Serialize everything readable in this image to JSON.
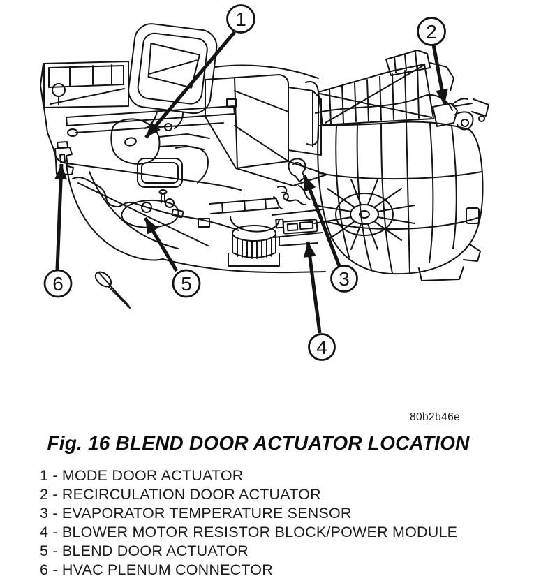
{
  "page": {
    "background": "#ffffff",
    "line_color": "#141414"
  },
  "figure": {
    "code": "80b2b46e",
    "caption": "Fig. 16 BLEND DOOR ACTUATOR LOCATION"
  },
  "callouts": {
    "c1": "1",
    "c2": "2",
    "c3": "3",
    "c4": "4",
    "c5": "5",
    "c6": "6"
  },
  "legend": {
    "separator": " - ",
    "items": [
      {
        "num": "1",
        "label": "MODE DOOR ACTUATOR"
      },
      {
        "num": "2",
        "label": "RECIRCULATION DOOR ACTUATOR"
      },
      {
        "num": "3",
        "label": "EVAPORATOR TEMPERATURE SENSOR"
      },
      {
        "num": "4",
        "label": "BLOWER MOTOR RESISTOR BLOCK/POWER MODULE"
      },
      {
        "num": "5",
        "label": "BLEND DOOR ACTUATOR"
      },
      {
        "num": "6",
        "label": "HVAC PLENUM CONNECTOR"
      }
    ]
  }
}
